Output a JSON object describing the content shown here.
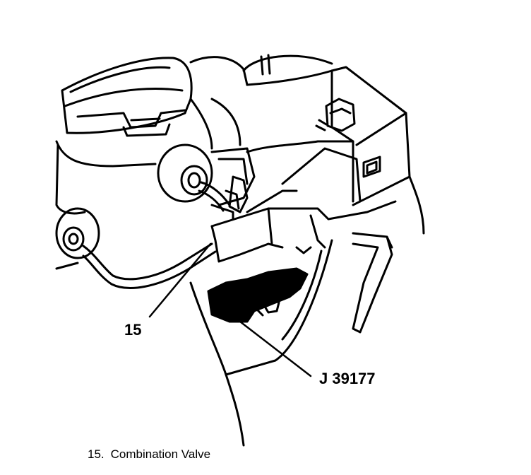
{
  "callouts": {
    "item_15": "15",
    "tool": "J 39177"
  },
  "legend": {
    "number": "15.",
    "text": "Combination Valve"
  }
}
